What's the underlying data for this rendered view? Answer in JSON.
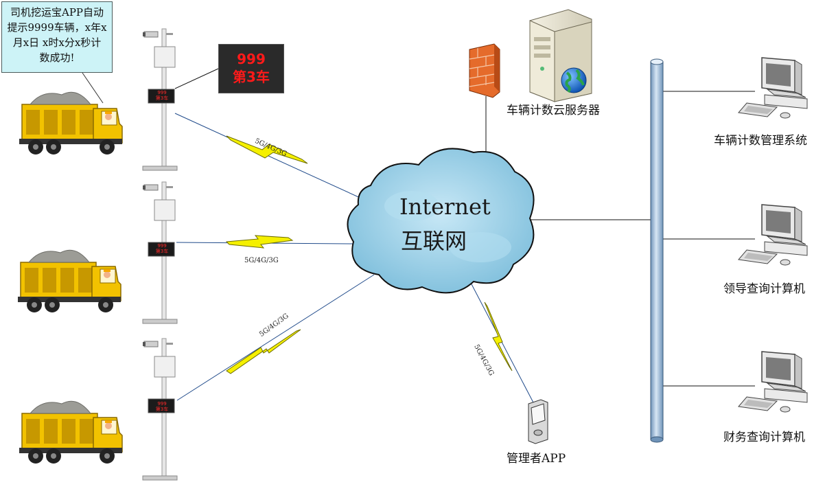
{
  "callout": {
    "line1": "司机挖运宝APP自动",
    "line2": "提示9999车辆，x年x",
    "line3": "月x日 x时x分x秒计",
    "line4": "数成功!"
  },
  "led_display": {
    "count": "999",
    "vehicle": "第3车"
  },
  "pole_led": {
    "count": "999",
    "vehicle": "第3车"
  },
  "cloud": {
    "title": "Internet",
    "subtitle": "互联网"
  },
  "links": {
    "band1": "5G/4G/3G",
    "band2": "5G/4G/3G",
    "band3": "5G/4G/3G",
    "band4": "5G/4G/3G"
  },
  "server": {
    "label": "车辆计数云服务器"
  },
  "mobile": {
    "label": "管理者APP"
  },
  "clients": [
    {
      "label": "车辆计数管理系统"
    },
    {
      "label": "领导查询计算机"
    },
    {
      "label": "财务查询计算机"
    }
  ],
  "colors": {
    "truck_yellow": "#f2c200",
    "cloud_blue": "#9fd3ea",
    "bolt_yellow": "#f5f000",
    "bus_blue": "#a9c8e6"
  }
}
